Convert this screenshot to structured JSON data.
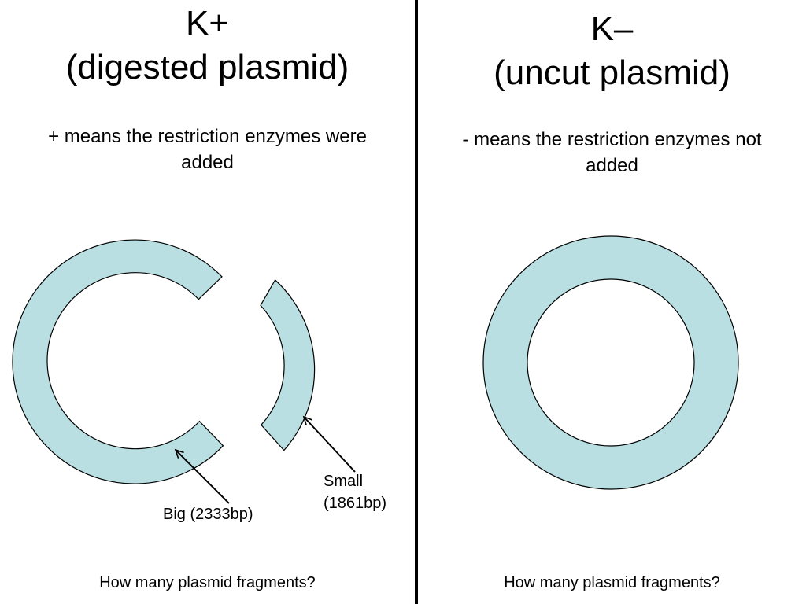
{
  "left_panel": {
    "title_line1": "K+",
    "title_line2": "(digested plasmid)",
    "subtitle_line1": "+ means the restriction enzymes were",
    "subtitle_line2": "added",
    "fragment_big_label": "Big (2333bp)",
    "fragment_small_label_line1": "Small",
    "fragment_small_label_line2": "(1861bp)",
    "question": "How many plasmid fragments?"
  },
  "right_panel": {
    "title_line1": "K–",
    "title_line2": "(uncut plasmid)",
    "subtitle_line1": "- means the restriction enzymes not",
    "subtitle_line2": "added",
    "question": "How many plasmid fragments?"
  },
  "colors": {
    "plasmid_fill": "#b9dfe2",
    "outline": "#000000",
    "divider": "#000000"
  }
}
